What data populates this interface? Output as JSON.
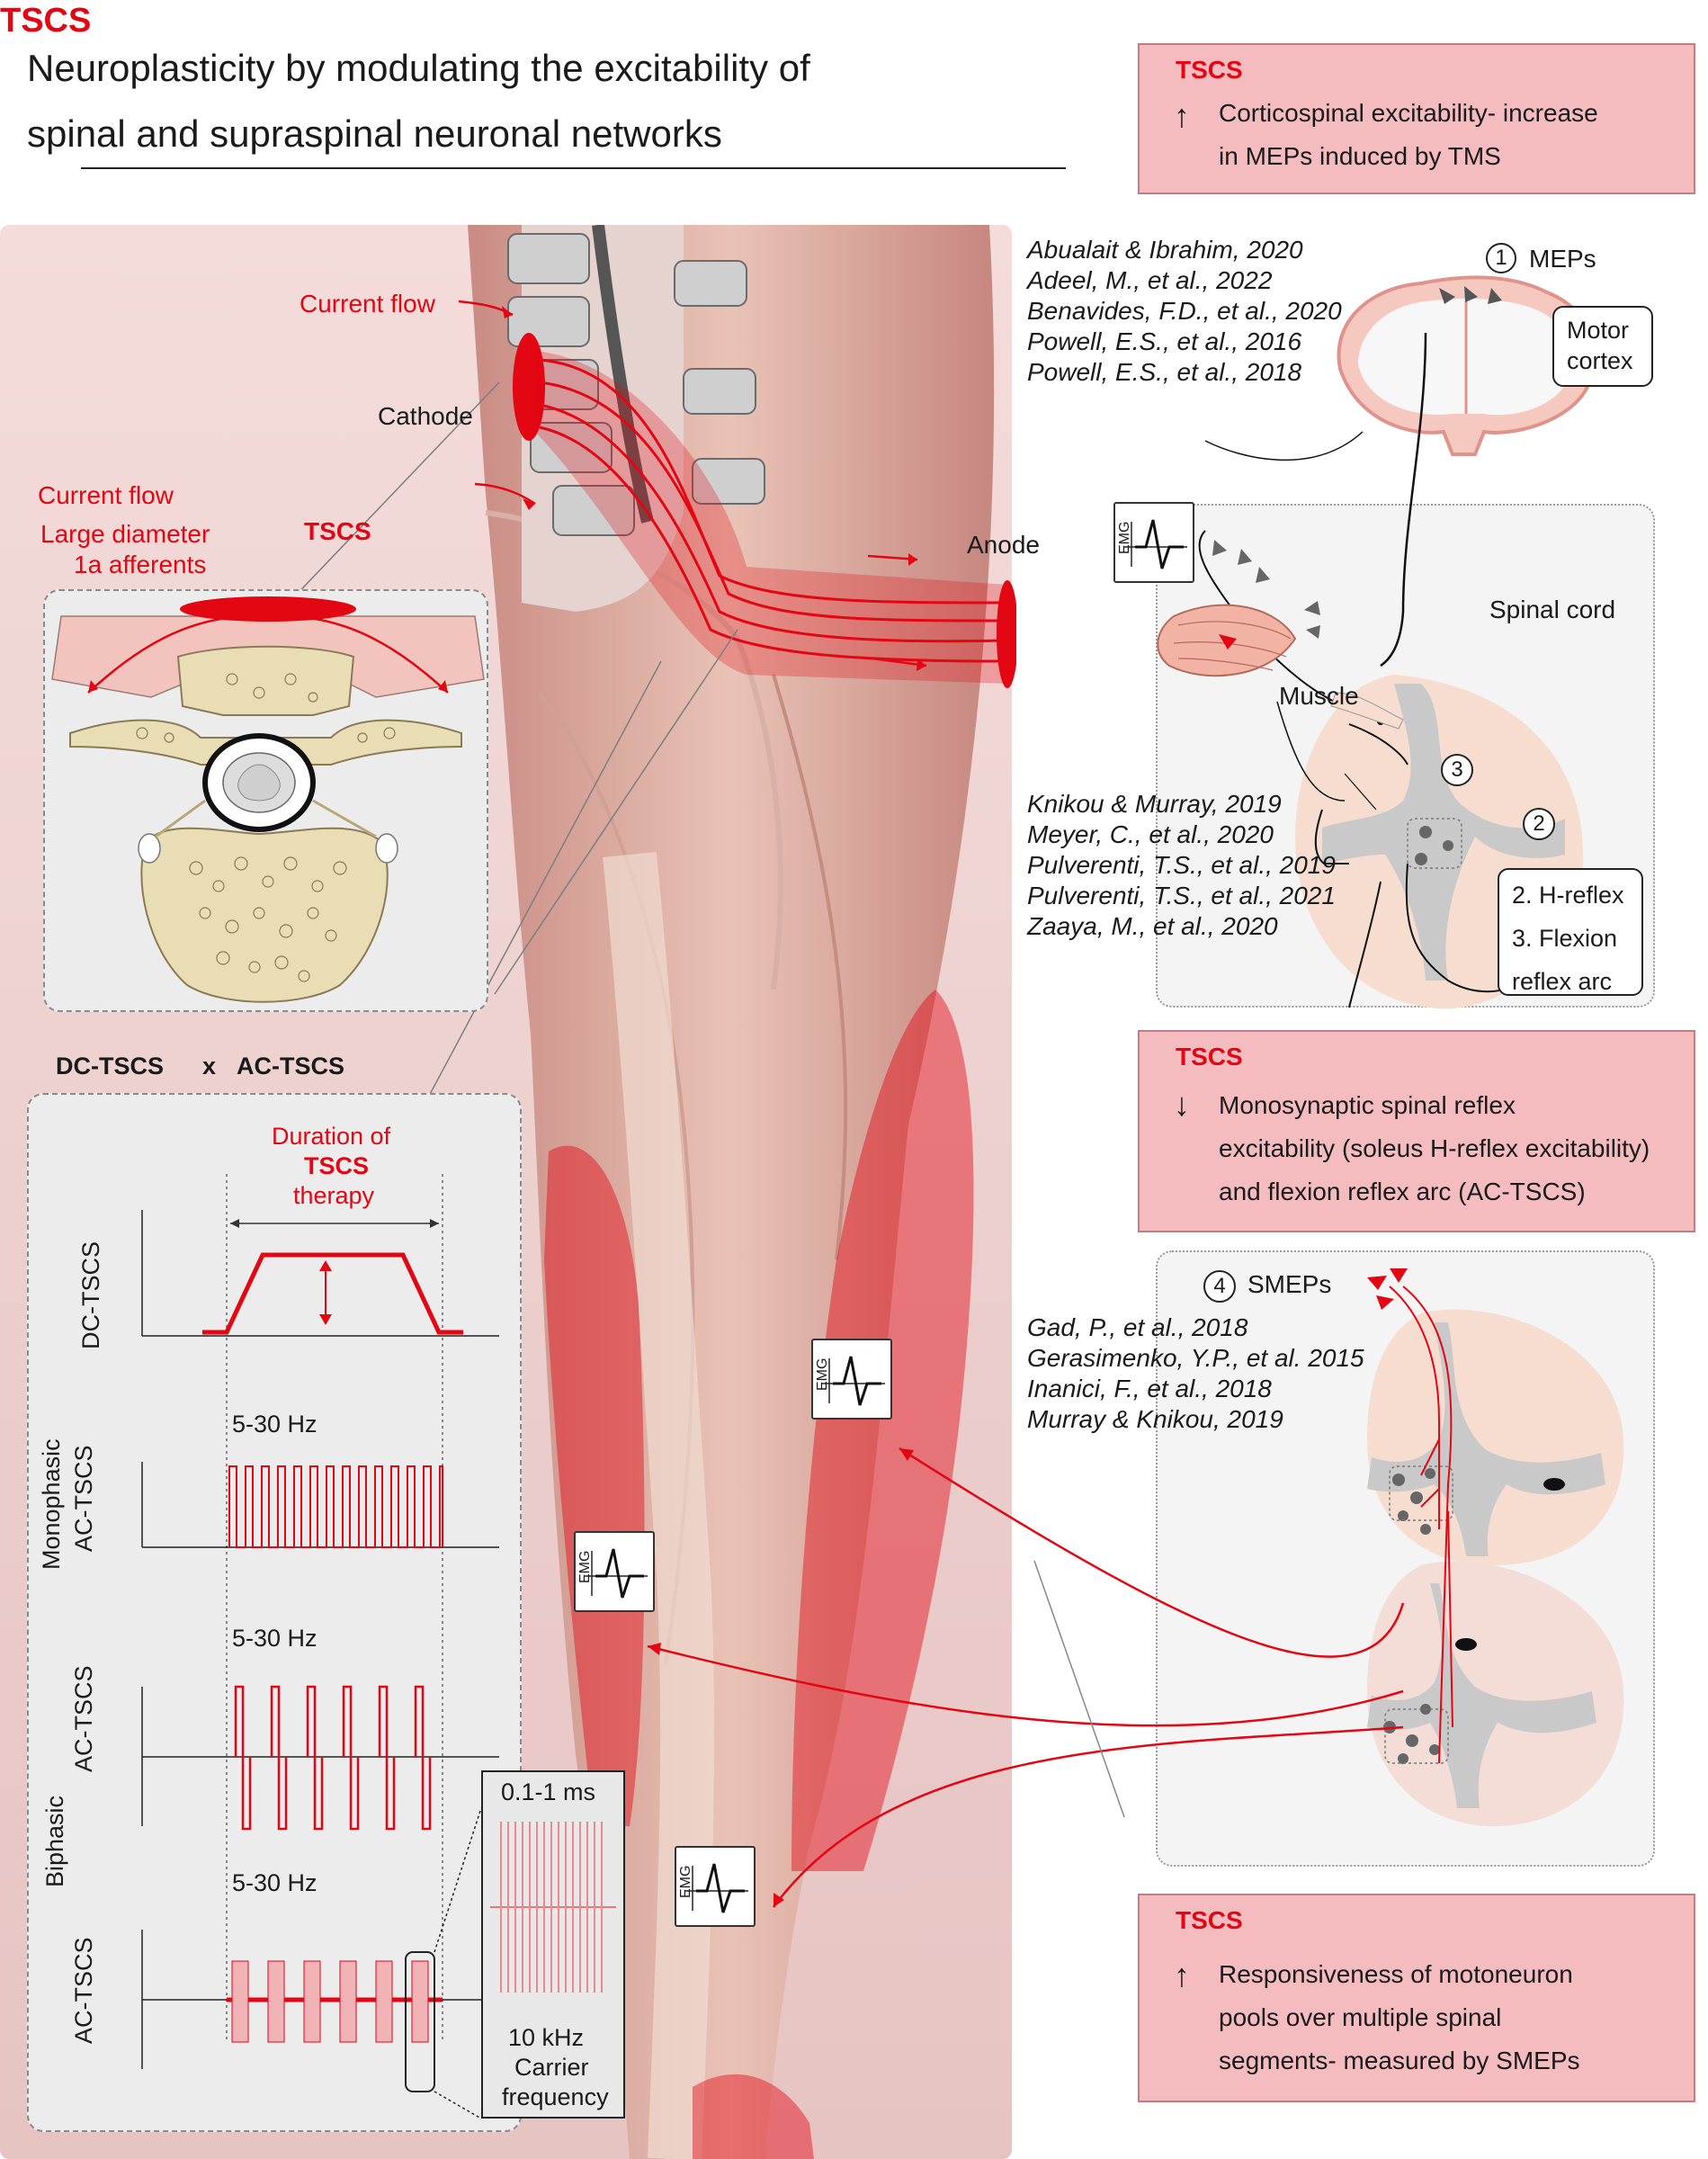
{
  "header": {
    "tscs": "TSCS",
    "title_line1": "Neuroplasticity by modulating the excitability of",
    "title_line2": "spinal and supraspinal neuronal networks"
  },
  "box_mep": {
    "title": "TSCS",
    "arrow": "↑",
    "line1": "Corticospinal excitability- increase",
    "line2": "in MEPs induced by TMS"
  },
  "box_hreflex": {
    "title": "TSCS",
    "arrow": "↓",
    "line1": "Monosynaptic spinal reflex",
    "line2": "excitability (soleus H-reflex excitability)",
    "line3": "and flexion reflex arc (AC-TSCS)"
  },
  "box_smep": {
    "title": "TSCS",
    "arrow": "↑",
    "line1": "Responsiveness of motoneuron",
    "line2": "pools over multiple spinal",
    "line3": "segments- measured by SMEPs"
  },
  "refs_mep": [
    "Abualait & Ibrahim, 2020",
    "Adeel, M., et al., 2022",
    "Benavides, F.D., et al., 2020",
    "Powell, E.S., et al., 2016",
    "Powell, E.S., et al., 2018"
  ],
  "refs_hreflex": [
    "Knikou & Murray, 2019",
    "Meyer, C., et al., 2020",
    "Pulverenti, T.S., et al., 2019",
    "Pulverenti, T.S., et al., 2021",
    "Zaaya, M., et al., 2020"
  ],
  "refs_smep": [
    "Gad, P., et al., 2018",
    "Gerasimenko, Y.P., et al. 2015",
    "Inanici, F., et al., 2018",
    "Murray & Knikou, 2019"
  ],
  "anatomy": {
    "current_flow_top": "Current flow",
    "cathode": "Cathode",
    "current_flow_left": "Current flow",
    "large_diameter": "Large diameter",
    "afferents": "1a afferents",
    "tscs_inset": "TSCS",
    "anode": "Anode"
  },
  "cortex": {
    "num1": "1",
    "meps": "MEPs",
    "motor": "Motor",
    "cortex": "cortex"
  },
  "reflex_panel": {
    "emg": "EMG",
    "spinal_cord": "Spinal cord",
    "muscle": "Muscle",
    "num3": "3",
    "num2": "2",
    "hreflex": "2. H-reflex",
    "flexion": "3. Flexion",
    "reflex_arc": "reflex arc"
  },
  "smep_panel": {
    "num4": "4",
    "smeps": "SMEPs"
  },
  "emg_labels": {
    "leg1": "EMG",
    "leg2": "EMG",
    "leg3": "EMG"
  },
  "waveforms": {
    "heading_dc": "DC-TSCS",
    "heading_x": "x",
    "heading_ac": "AC-TSCS",
    "duration": "Duration of",
    "duration_tscs": "TSCS",
    "therapy": "therapy",
    "dc_label": "DC-TSCS",
    "mono_label": "Monophasic",
    "mono_ac": "AC-TSCS",
    "hz1": "5-30 Hz",
    "biphasic_label": "Biphasic",
    "bi_ac": "AC-TSCS",
    "hz2": "5-30 Hz",
    "hz3": "5-30 Hz",
    "carrier_ac": "AC-TSCS",
    "ms": "0.1-1 ms",
    "khz": "10 kHz",
    "carrier": "Carrier",
    "frequency": "frequency"
  },
  "colors": {
    "accent": "#e30613",
    "pink_box": "#f5bcc0",
    "muscle": "#d9928a",
    "skin_bg": "#f1d8d6"
  }
}
